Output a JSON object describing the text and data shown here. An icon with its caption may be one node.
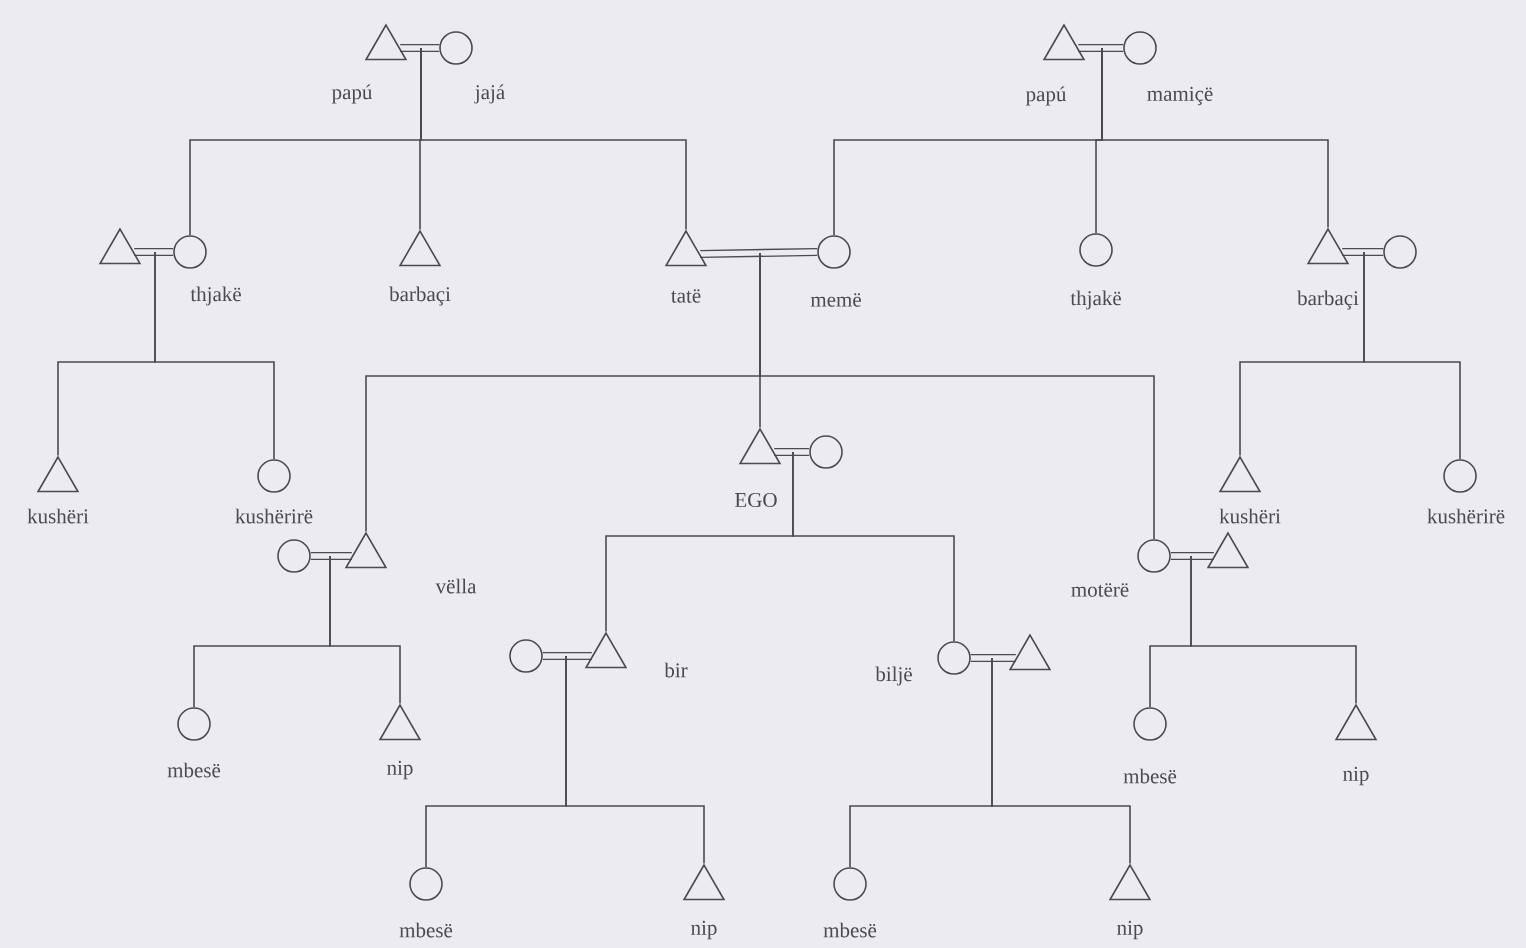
{
  "diagram": {
    "nodes": [
      {
        "text": [],
        "shape": "triangle",
        "beside": [
          "papú"
        ]
      },
      {
        "text": [],
        "shape": "circle",
        "beside": [
          "jajá"
        ]
      },
      {
        "text": [],
        "shape": "triangle",
        "beside": [
          "papú"
        ]
      },
      {
        "text": [],
        "shape": "circle",
        "beside": [
          "mamiçë"
        ]
      },
      {
        "text": [],
        "shape": "triangle"
      },
      {
        "text": [],
        "shape": "circle",
        "beside": [
          "thjakë"
        ]
      },
      {
        "text": [],
        "shape": "triangle",
        "beside": [
          "barbaçi"
        ]
      },
      {
        "text": [],
        "shape": "triangle",
        "beside": [
          "tatë"
        ]
      },
      {
        "text": [],
        "shape": "circle",
        "beside": [
          "memë"
        ]
      },
      {
        "text": [],
        "shape": "circle",
        "beside": [
          "thjakë"
        ]
      },
      {
        "text": [],
        "shape": "triangle",
        "beside": [
          "barbaçi"
        ]
      },
      {
        "text": [],
        "shape": "circle"
      },
      {
        "text": [],
        "shape": "triangle",
        "beside": [
          "kushëri"
        ]
      },
      {
        "text": [],
        "shape": "circle",
        "beside": [
          "kushërirë"
        ]
      },
      {
        "text": [],
        "shape": "triangle",
        "beside": [
          "kushëri"
        ]
      },
      {
        "text": [],
        "shape": "circle",
        "beside": [
          "kushërirë"
        ]
      },
      {
        "text": [],
        "shape": "triangle",
        "beside": [
          "EGO"
        ]
      },
      {
        "text": [],
        "shape": "circle"
      },
      {
        "text": [],
        "shape": "circle"
      },
      {
        "text": [],
        "shape": "triangle",
        "beside": [
          "vëlla"
        ]
      },
      {
        "text": [],
        "shape": "circle",
        "beside": [
          "motërë"
        ]
      },
      {
        "text": [],
        "shape": "triangle"
      },
      {
        "text": [],
        "shape": "circle"
      },
      {
        "text": [],
        "shape": "triangle",
        "beside": [
          "bir"
        ]
      },
      {
        "text": [],
        "shape": "circle",
        "beside": [
          "biljë"
        ]
      },
      {
        "text": [],
        "shape": "triangle"
      },
      {
        "text": [],
        "shape": "circle",
        "beside": [
          "mbesë"
        ]
      },
      {
        "text": [],
        "shape": "triangle",
        "beside": [
          "nip"
        ]
      },
      {
        "text": [],
        "shape": "circle",
        "beside": [
          "mbesë"
        ]
      },
      {
        "text": [],
        "shape": "triangle",
        "beside": [
          "nip"
        ]
      },
      {
        "text": [],
        "shape": "circle",
        "beside": [
          "mbesë"
        ]
      },
      {
        "text": [],
        "shape": "triangle",
        "beside": [
          "nip"
        ]
      },
      {
        "text": [],
        "shape": "circle",
        "beside": [
          "mbesë"
        ]
      },
      {
        "text": [],
        "shape": "triangle",
        "beside": [
          "nip"
        ]
      }
    ],
    "edges": [
      {
        "from": 0,
        "to": 1,
        "arrow": "none"
      },
      {
        "from": 2,
        "to": 3,
        "arrow": "none"
      },
      {
        "from": 4,
        "to": 5,
        "arrow": "none"
      },
      {
        "from": 7,
        "to": 8,
        "arrow": "none"
      },
      {
        "from": 10,
        "to": 11,
        "arrow": "none"
      },
      {
        "from": 16,
        "to": 17,
        "arrow": "none"
      },
      {
        "from": 18,
        "to": 19,
        "arrow": "none"
      },
      {
        "from": 20,
        "to": 21,
        "arrow": "none"
      },
      {
        "from": 22,
        "to": 23,
        "arrow": "none"
      },
      {
        "from": 24,
        "to": 25,
        "arrow": "none"
      },
      {
        "from": 0,
        "to": 5,
        "arrow": "none"
      },
      {
        "from": 0,
        "to": 6,
        "arrow": "none"
      },
      {
        "from": 0,
        "to": 7,
        "arrow": "none"
      },
      {
        "from": 2,
        "to": 8,
        "arrow": "none"
      },
      {
        "from": 2,
        "to": 9,
        "arrow": "none"
      },
      {
        "from": 2,
        "to": 10,
        "arrow": "none"
      },
      {
        "from": 4,
        "to": 12,
        "arrow": "none"
      },
      {
        "from": 4,
        "to": 13,
        "arrow": "none"
      },
      {
        "from": 10,
        "to": 14,
        "arrow": "none"
      },
      {
        "from": 10,
        "to": 15,
        "arrow": "none"
      },
      {
        "from": 7,
        "to": 19,
        "arrow": "none"
      },
      {
        "from": 7,
        "to": 16,
        "arrow": "none"
      },
      {
        "from": 7,
        "to": 20,
        "arrow": "none"
      },
      {
        "from": 16,
        "to": 23,
        "arrow": "none"
      },
      {
        "from": 16,
        "to": 24,
        "arrow": "none"
      },
      {
        "from": 18,
        "to": 26,
        "arrow": "none"
      },
      {
        "from": 18,
        "to": 27,
        "arrow": "none"
      },
      {
        "from": 20,
        "to": 28,
        "arrow": "none"
      },
      {
        "from": 20,
        "to": 29,
        "arrow": "none"
      },
      {
        "from": 22,
        "to": 30,
        "arrow": "none"
      },
      {
        "from": 22,
        "to": 31,
        "arrow": "none"
      },
      {
        "from": 24,
        "to": 32,
        "arrow": "none"
      },
      {
        "from": 24,
        "to": 33,
        "arrow": "none"
      }
    ]
  }
}
